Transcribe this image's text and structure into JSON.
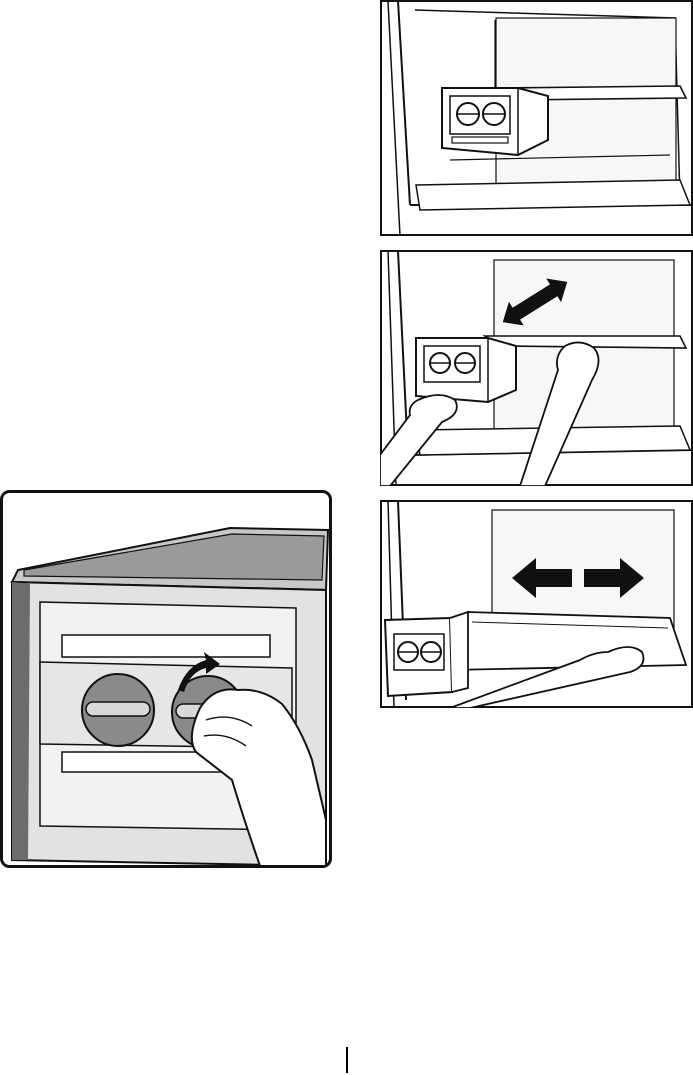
{
  "page": {
    "background": "#ffffff",
    "line_color": "#111111"
  },
  "figures": [
    {
      "id": "step-1",
      "icon": "fridge-shelf-with-filter-icon"
    },
    {
      "id": "step-2",
      "icon": "hands-sliding-shelf-icon"
    },
    {
      "id": "step-3",
      "icon": "shelf-pulled-out-icon"
    },
    {
      "id": "detail",
      "icon": "dial-adjustment-closeup-icon"
    }
  ]
}
